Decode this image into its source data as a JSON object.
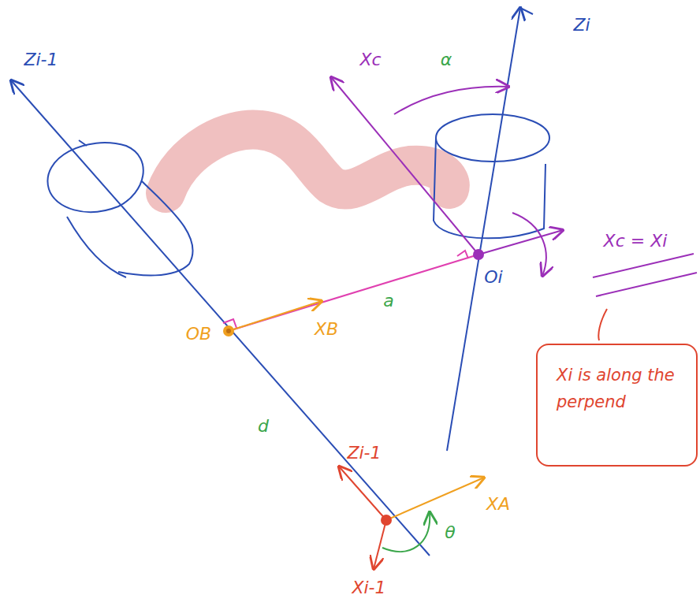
{
  "diagram": {
    "nodes": [
      {
        "text": [
          "Xi is along the perpend"
        ]
      }
    ],
    "labels": [
      "Zi-1",
      "Zi",
      "Xc",
      "α",
      "Xc = Xi",
      "Oi",
      "a",
      "XB",
      "OB",
      "d",
      "Zi-1",
      "XA",
      "θ",
      "Xi-1"
    ]
  }
}
